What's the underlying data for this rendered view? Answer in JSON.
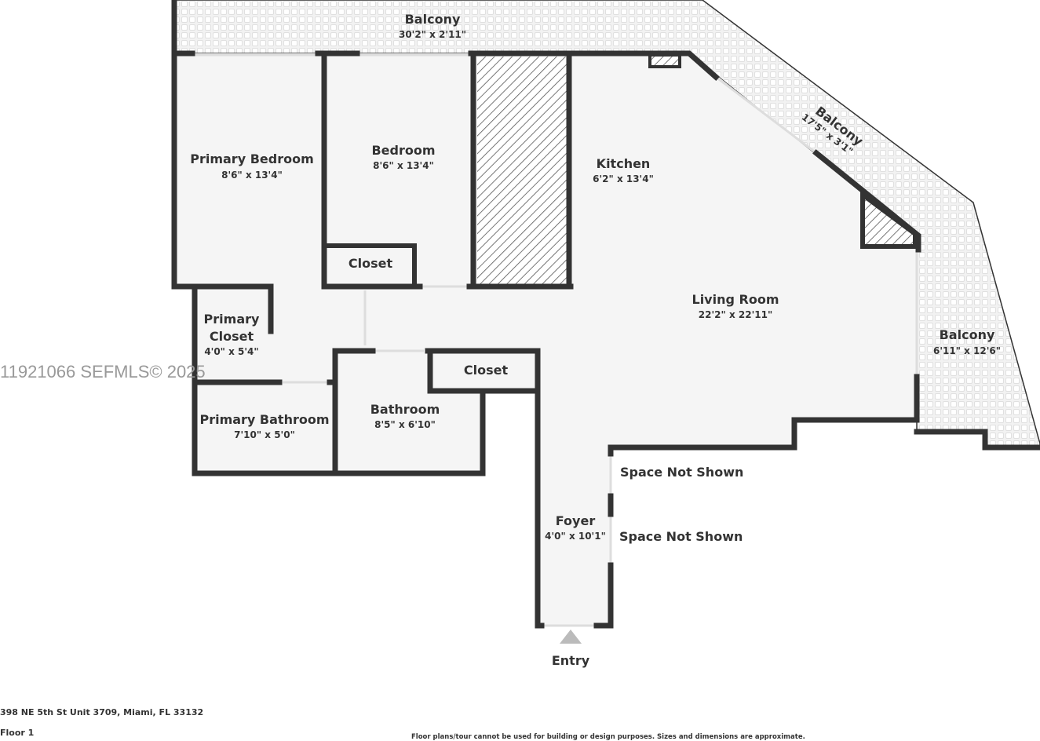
{
  "rooms": {
    "balcony_top": {
      "name": "Balcony",
      "dims": "30'2\" x 2'11\""
    },
    "balcony_diag": {
      "name": "Balcony",
      "dims": "17'5\" x 3'1\""
    },
    "balcony_right": {
      "name": "Balcony",
      "dims": "6'11\" x 12'6\""
    },
    "primary_bedroom": {
      "name": "Primary Bedroom",
      "dims": "8'6\" x 13'4\""
    },
    "bedroom": {
      "name": "Bedroom",
      "dims": "8'6\" x 13'4\""
    },
    "kitchen": {
      "name": "Kitchen",
      "dims": "6'2\" x 13'4\""
    },
    "living_room": {
      "name": "Living Room",
      "dims": "22'2\" x 22'11\""
    },
    "closet_bedroom": {
      "name": "Closet"
    },
    "primary_closet": {
      "name_line1": "Primary",
      "name_line2": "Closet",
      "dims": "4'0\" x 5'4\""
    },
    "closet_bath": {
      "name": "Closet"
    },
    "primary_bathroom": {
      "name": "Primary Bathroom",
      "dims": "7'10\" x 5'0\""
    },
    "bathroom": {
      "name": "Bathroom",
      "dims": "8'5\" x 6'10\""
    },
    "foyer": {
      "name": "Foyer",
      "dims": "4'0\" x 10'1\""
    }
  },
  "space_not_shown": [
    "Space Not Shown",
    "Space Not Shown"
  ],
  "entry_label": "Entry",
  "watermark": "11921066  SEFMLS© 2025",
  "footer": {
    "address": "398 NE 5th St Unit 3709, Miami, FL 33132",
    "floor": "Floor 1",
    "disclaimer": "Floor plans/tour cannot be used for building or design purposes. Sizes and dimensions are approximate."
  },
  "colors": {
    "wall": "#333333",
    "floor": "#f5f5f5",
    "balcony": "#ececec"
  }
}
